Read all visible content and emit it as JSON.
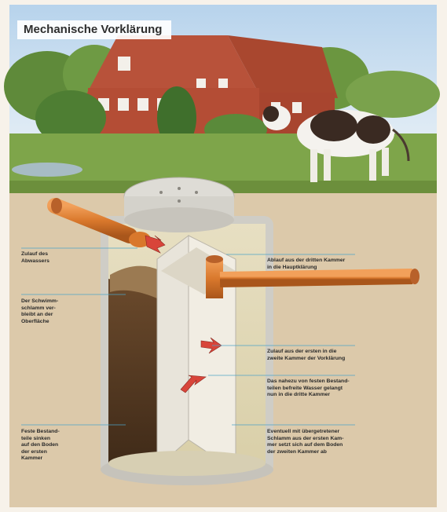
{
  "title": "Mechanische Vorklärung",
  "labels": {
    "zulauf": "Zulauf des\nAbwassers",
    "schwimm": "Der Schwimm-\nschlamm ver-\nbleibt an der\nOberfläche",
    "feste": "Feste Bestand-\nteile sinken\nauf den Boden\nder ersten\nKammer",
    "ablauf": "Ablauf aus der dritten Kammer\nin die Hauptklärung",
    "zulauf_kammer": "Zulauf aus der ersten in die\nzweite Kammer der Vorklärung",
    "wasser": "Das nahezu von festen Bestand-\nteilen befreite Wasser gelangt\nnun in die dritte Kammer",
    "schlamm": "Eventuell mit übergetretener\nSchlamm aus der ersten Kam-\nmer setzt sich auf dem Boden\nder zweiten Kammer ab"
  },
  "colors": {
    "sky": "#c9dff0",
    "soil": "#dcc7a6",
    "pipe": "#d9782c",
    "concrete": "#d8d6d0",
    "arrow": "#d8453a"
  }
}
